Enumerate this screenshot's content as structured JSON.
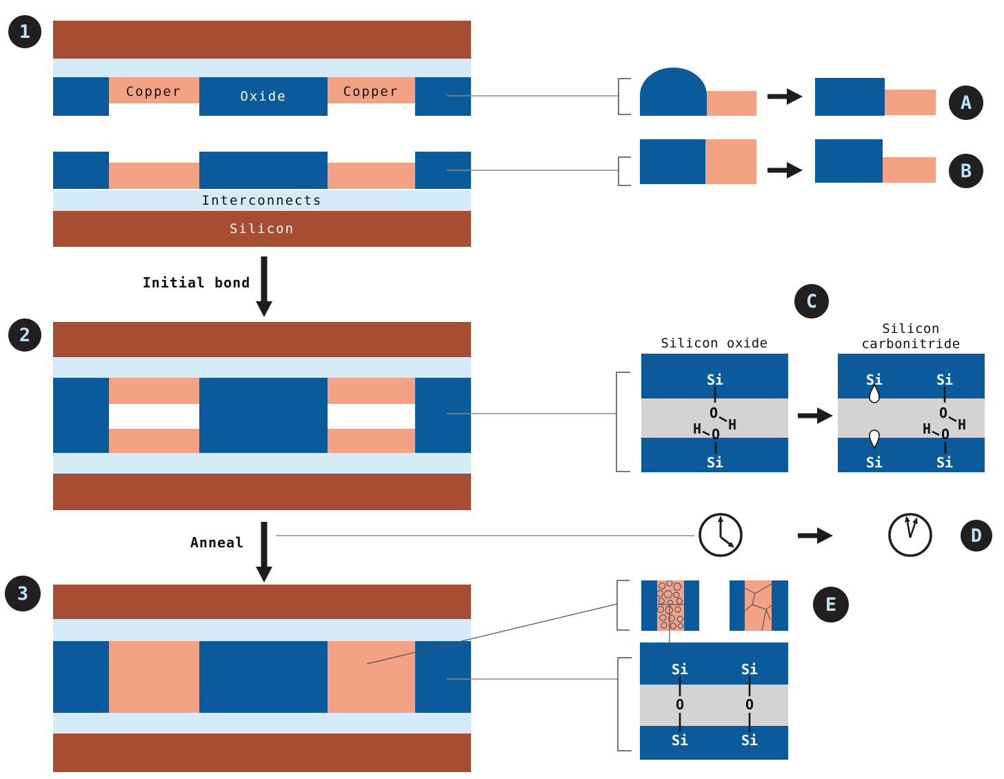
{
  "steps": [
    {
      "number": "1"
    },
    {
      "number": "2"
    },
    {
      "number": "3"
    }
  ],
  "wafer": {
    "copper_left": "Copper",
    "oxide": "Oxide",
    "copper_right": "Copper",
    "interconnects": "Interconnects",
    "silicon": "Silicon"
  },
  "process": {
    "initial_bond": "Initial bond",
    "anneal": "Anneal"
  },
  "callouts": {
    "a": "A",
    "b": "B",
    "c": "C",
    "d": "D",
    "e": "E"
  },
  "chemistry": {
    "left_title": "Silicon oxide",
    "right_title_line1": "Silicon",
    "right_title_line2": "carbonitride",
    "si": "Si",
    "o": "O",
    "h": "H"
  },
  "colors": {
    "silicon_brown": "#A64D33",
    "oxide_blue": "#0B5A9C",
    "copper_salmon": "#F4A284",
    "interconnect_lightblue": "#D6EBF8",
    "dielectric_gray": "#D3D3D3",
    "badge_background": "#231F20",
    "badge_text": "#BDE3F6"
  }
}
